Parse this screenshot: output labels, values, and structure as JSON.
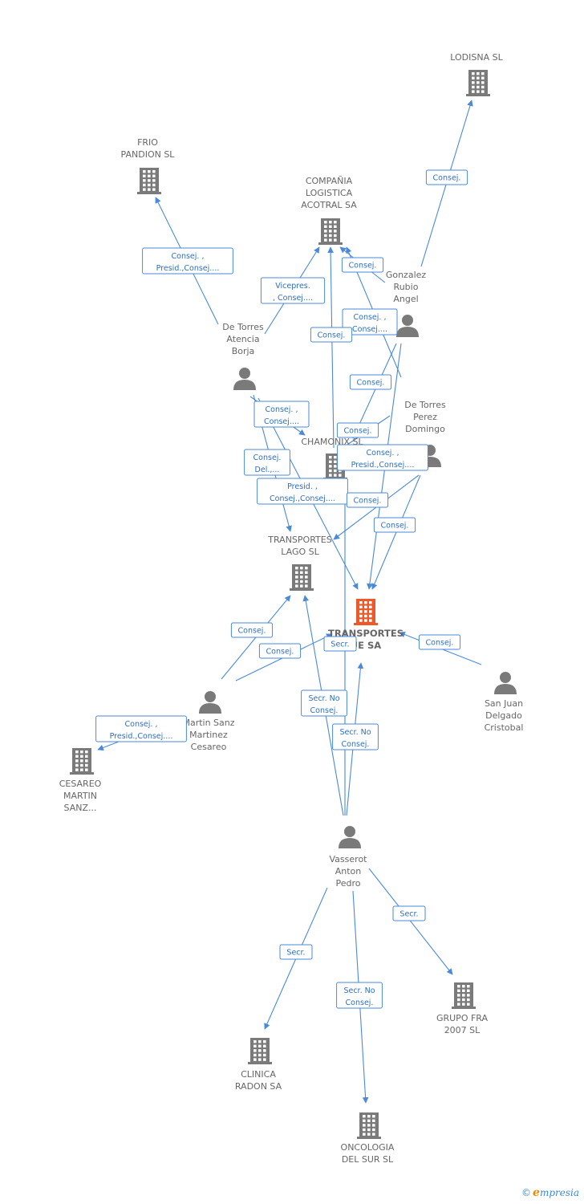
{
  "colors": {
    "edge": "#4a8ad8",
    "node": "#7a7a7a",
    "focus": "#ec5a2a",
    "label": "#666666"
  },
  "nodes": [
    {
      "id": "transportes_ue",
      "type": "company",
      "focus": true,
      "lines": [
        "TRANSPORTES",
        "UE SA"
      ]
    },
    {
      "id": "lodisna",
      "type": "company",
      "lines": [
        "LODISNA SL"
      ]
    },
    {
      "id": "frio",
      "type": "company",
      "lines": [
        "FRIO",
        "PANDION SL"
      ]
    },
    {
      "id": "acotral",
      "type": "company",
      "lines": [
        "COMPAÑIA",
        "LOGISTICA",
        "ACOTRAL SA"
      ]
    },
    {
      "id": "chamonix",
      "type": "company",
      "lines": [
        "CHAMONIX SL"
      ]
    },
    {
      "id": "lago",
      "type": "company",
      "lines": [
        "TRANSPORTES",
        "LAGO SL"
      ]
    },
    {
      "id": "cesareo_co",
      "type": "company",
      "lines": [
        "CESAREO",
        "MARTIN",
        "SANZ..."
      ]
    },
    {
      "id": "clinica",
      "type": "company",
      "lines": [
        "CLINICA",
        "RADON SA"
      ]
    },
    {
      "id": "oncologia",
      "type": "company",
      "lines": [
        "ONCOLOGIA",
        "DEL SUR SL"
      ]
    },
    {
      "id": "grupo",
      "type": "company",
      "lines": [
        "GRUPO FRA",
        "2007 SL"
      ]
    },
    {
      "id": "gonzalez",
      "type": "person",
      "lines": [
        "Gonzalez",
        "Rubio",
        "Angel"
      ]
    },
    {
      "id": "borja",
      "type": "person",
      "lines": [
        "De Torres",
        "Atencia",
        "Borja"
      ]
    },
    {
      "id": "domingo",
      "type": "person",
      "lines": [
        "De Torres",
        "Perez",
        "Domingo"
      ]
    },
    {
      "id": "sanjuan",
      "type": "person",
      "lines": [
        "San Juan",
        "Delgado",
        "Cristobal"
      ]
    },
    {
      "id": "martin",
      "type": "person",
      "lines": [
        "Martin Sanz",
        "Martinez",
        "Cesareo"
      ]
    },
    {
      "id": "vasserot",
      "type": "person",
      "lines": [
        "Vasserot",
        "Anton",
        "Pedro"
      ]
    }
  ],
  "edges": [
    {
      "from": "gonzalez",
      "to": "lodisna",
      "label": [
        "Consej."
      ]
    },
    {
      "from": "borja",
      "to": "frio",
      "label": [
        "Consej. ,",
        "Presid.,Consej...."
      ]
    },
    {
      "from": "borja",
      "to": "acotral",
      "label": [
        "Vicepres.",
        ", Consej...."
      ]
    },
    {
      "from": "gonzalez",
      "to": "acotral",
      "label": [
        "Consej."
      ]
    },
    {
      "from": "domingo",
      "to": "acotral",
      "label": [
        "Consej. ,",
        "Consej...."
      ]
    },
    {
      "from": "chamonix",
      "to": "acotral",
      "label": [
        "Consej."
      ]
    },
    {
      "from": "gonzalez",
      "to": "chamonix",
      "label": [
        "Consej."
      ]
    },
    {
      "from": "borja",
      "to": "chamonix",
      "label": [
        "Consej. ,",
        "Consej...."
      ]
    },
    {
      "from": "domingo",
      "to": "chamonix",
      "label": [
        "Consej."
      ]
    },
    {
      "from": "borja",
      "to": "lago",
      "label": [
        "Consej.",
        "Del.,..."
      ]
    },
    {
      "from": "borja",
      "to": "transportes_ue",
      "label": [
        "Presid. ,",
        "Consej.,Consej...."
      ]
    },
    {
      "from": "gonzalez",
      "to": "transportes_ue",
      "label": [
        "Consej. ,",
        "Presid.,Consej...."
      ]
    },
    {
      "from": "domingo",
      "to": "lago",
      "label": [
        "Consej."
      ]
    },
    {
      "from": "domingo",
      "to": "transportes_ue",
      "label": [
        "Consej."
      ]
    },
    {
      "from": "martin",
      "to": "lago",
      "label": [
        "Consej."
      ]
    },
    {
      "from": "martin",
      "to": "transportes_ue",
      "label": [
        "Consej."
      ]
    },
    {
      "from": "sanjuan",
      "to": "transportes_ue",
      "label": [
        "Consej."
      ]
    },
    {
      "from": "martin",
      "to": "cesareo_co",
      "label": [
        "Consej. ,",
        "Presid.,Consej...."
      ]
    },
    {
      "from": "vasserot",
      "to": "chamonix",
      "label": [
        "Secr."
      ]
    },
    {
      "from": "vasserot",
      "to": "lago",
      "label": [
        "Secr. No",
        "Consej."
      ]
    },
    {
      "from": "vasserot",
      "to": "transportes_ue",
      "label": [
        "Secr. No",
        "Consej."
      ]
    },
    {
      "from": "vasserot",
      "to": "clinica",
      "label": [
        "Secr."
      ]
    },
    {
      "from": "vasserot",
      "to": "oncologia",
      "label": [
        "Secr. No",
        "Consej."
      ]
    },
    {
      "from": "vasserot",
      "to": "grupo",
      "label": [
        "Secr."
      ]
    }
  ],
  "footer": {
    "copyright": "©",
    "brand_first": "e",
    "brand_rest": "mpresia"
  }
}
